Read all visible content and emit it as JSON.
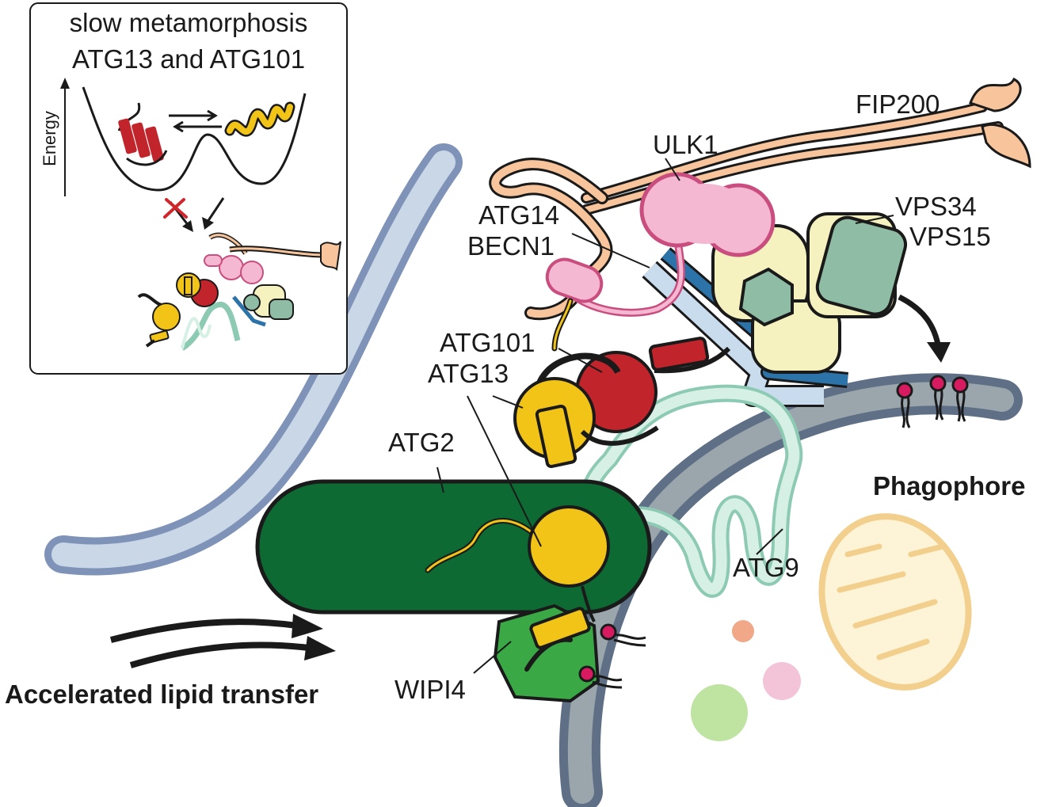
{
  "inset": {
    "title_line1": "slow metamorphosis",
    "title_line2": "ATG13 and ATG101",
    "axis_label": "Energy"
  },
  "labels": {
    "fip200": "FIP200",
    "ulk1": "ULK1",
    "vps34": "VPS34",
    "vps15": "VPS15",
    "atg14": "ATG14",
    "becn1": "BECN1",
    "atg101": "ATG101",
    "atg13": "ATG13",
    "atg2": "ATG2",
    "atg9": "ATG9",
    "wipi4": "WIPI4",
    "phagophore": "Phagophore",
    "accelerated": "Accelerated lipid transfer"
  },
  "colors": {
    "er_fill": "#c9d7e6",
    "er_stroke": "#7f93b8",
    "phagophore_fill": "#9aa6ab",
    "phagophore_stroke": "#5e6f86",
    "fip200": "#f7c49b",
    "ulk1": "#f4b8d2",
    "ulk1_stroke": "#c94d7f",
    "vps34": "#f5f2bf",
    "vps15": "#8fbca4",
    "becn1_blue": "#2b73a8",
    "atg14_light": "#c9dcee",
    "atg101": "#c2242b",
    "atg13": "#f2c417",
    "atg2": "#0d6a33",
    "atg9": "#b9e4d3",
    "wipi4": "#3aa845",
    "lipid_head": "#d81b60",
    "mito_fill": "#fdf3d6",
    "mito_stroke": "#f2cf8d"
  }
}
